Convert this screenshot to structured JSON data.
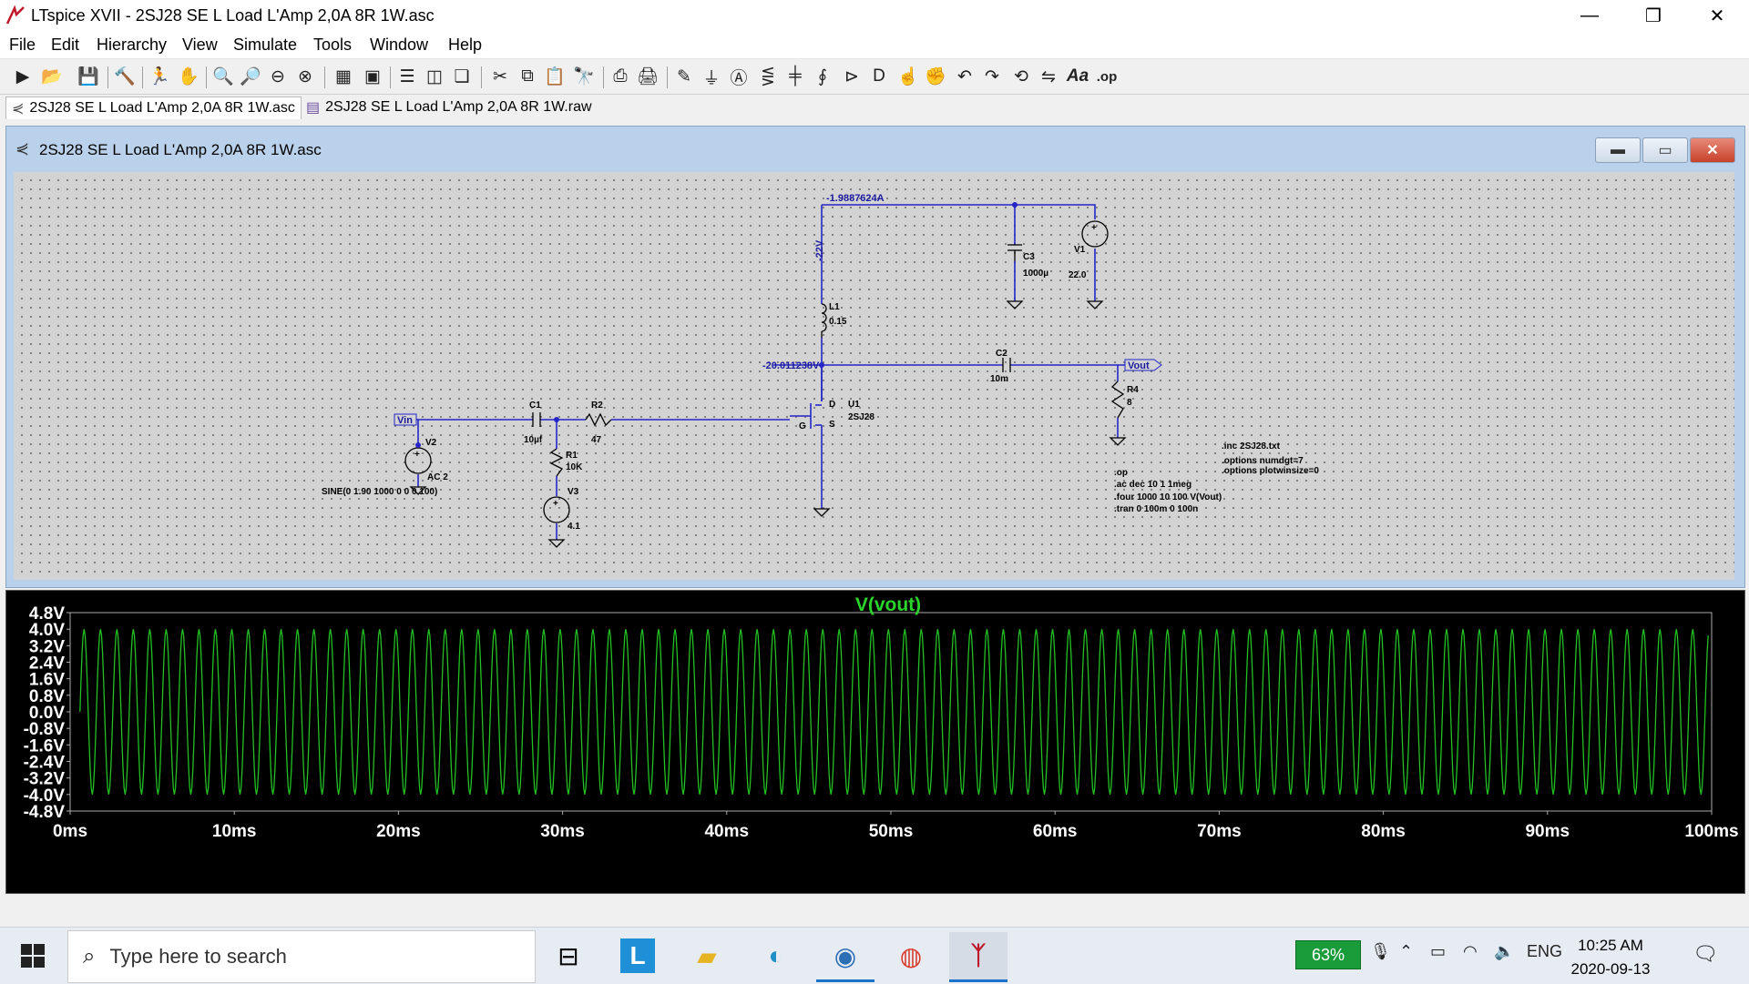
{
  "window": {
    "title": "LTspice XVII - 2SJ28 SE L Load L'Amp 2,0A 8R 1W.asc",
    "minimize": "—",
    "restore": "❐",
    "close": "✕"
  },
  "menu": [
    "File",
    "Edit",
    "Hierarchy",
    "View",
    "Simulate",
    "Tools",
    "Window",
    "Help"
  ],
  "toolbar_icons": [
    "new-schematic",
    "open",
    "save",
    "control-panel",
    "run",
    "pan",
    "zoom-in",
    "zoom-area",
    "zoom-out",
    "zoom-cancel",
    "autorange",
    "zoom-full",
    "tile-horizontal",
    "tile-vertical",
    "cascade",
    "cut",
    "copy",
    "paste",
    "find",
    "print-preview",
    "print",
    "draw-wire",
    "ground",
    "label-net",
    "resistor",
    "capacitor",
    "inductor",
    "diode",
    "component",
    "move",
    "drag",
    "undo",
    "redo",
    "rotate",
    "mirror",
    "text",
    "spice-directive"
  ],
  "tabs": [
    {
      "label": "2SJ28 SE L Load L'Amp 2,0A 8R 1W.asc",
      "icon": "schematic-icon"
    },
    {
      "label": "2SJ28 SE L Load L'Amp 2,0A 8R 1W.raw",
      "icon": "waveform-icon"
    }
  ],
  "schematic": {
    "title": "2SJ28 SE L Load L'Amp 2,0A 8R 1W.asc",
    "labels": {
      "current_top": "-1.9887624A",
      "node_voltage": "-22V",
      "drain_voltage": "-20.011238V",
      "vin": "Vin",
      "vout": "Vout",
      "c1_name": "C1",
      "c1_val": "10µf",
      "r2_name": "R2",
      "r2_val": "47",
      "r1_name": "R1",
      "r1_val": "10K",
      "v2_name": "V2",
      "v2_ac": "AC 2",
      "v2_sine": "SINE(0 1.90 1000 0 0 0 100)",
      "v3_name": "V3",
      "v3_val": "4.1",
      "l1_name": "L1",
      "l1_val": "0.15",
      "c3_name": "C3",
      "c3_val": "1000µ",
      "v1_name": "V1",
      "v1_val": "22.0",
      "c2_name": "C2",
      "c2_val": "10m",
      "r4_name": "R4",
      "r4_val": "8",
      "u1_name": "U1",
      "u1_part": "2SJ28",
      "pin_d": "D",
      "pin_g": "G",
      "pin_s": "S"
    },
    "directives": [
      ".inc 2SJ28.txt",
      ".options numdgt=7",
      ".options plotwinsize=0",
      ".op",
      ".ac dec 10 1 1meg",
      ".four 1000 10 100 V(Vout)",
      ".tran 0 100m 0 100n"
    ]
  },
  "chart_data": {
    "type": "line",
    "title": "V(vout)",
    "x_ticks": [
      "0ms",
      "10ms",
      "20ms",
      "30ms",
      "40ms",
      "50ms",
      "60ms",
      "70ms",
      "80ms",
      "90ms",
      "100ms"
    ],
    "y_ticks": [
      "4.8V",
      "4.0V",
      "3.2V",
      "2.4V",
      "1.6V",
      "0.8V",
      "0.0V",
      "-0.8V",
      "-1.6V",
      "-2.4V",
      "-3.2V",
      "-4.0V",
      "-4.8V"
    ],
    "xlim": [
      0,
      100
    ],
    "ylim": [
      -4.8,
      4.8
    ],
    "series": [
      {
        "name": "V(vout)",
        "color": "#22c022",
        "amplitude": 4.0,
        "frequency_hz": 1000,
        "start_ms": 0.6,
        "end_ms": 99.8
      }
    ]
  },
  "taskbar": {
    "search_placeholder": "Type here to search",
    "battery": "63%",
    "language": "ENG",
    "time": "10:25 AM",
    "date": "2020-09-13"
  }
}
